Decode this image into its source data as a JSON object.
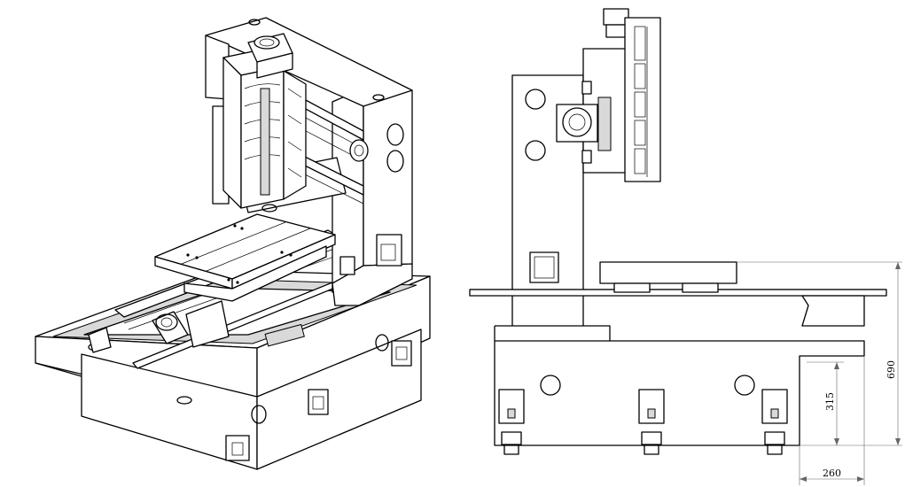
{
  "dimensions": {
    "height_total": "690",
    "height_table": "315",
    "width_offset": "260"
  }
}
